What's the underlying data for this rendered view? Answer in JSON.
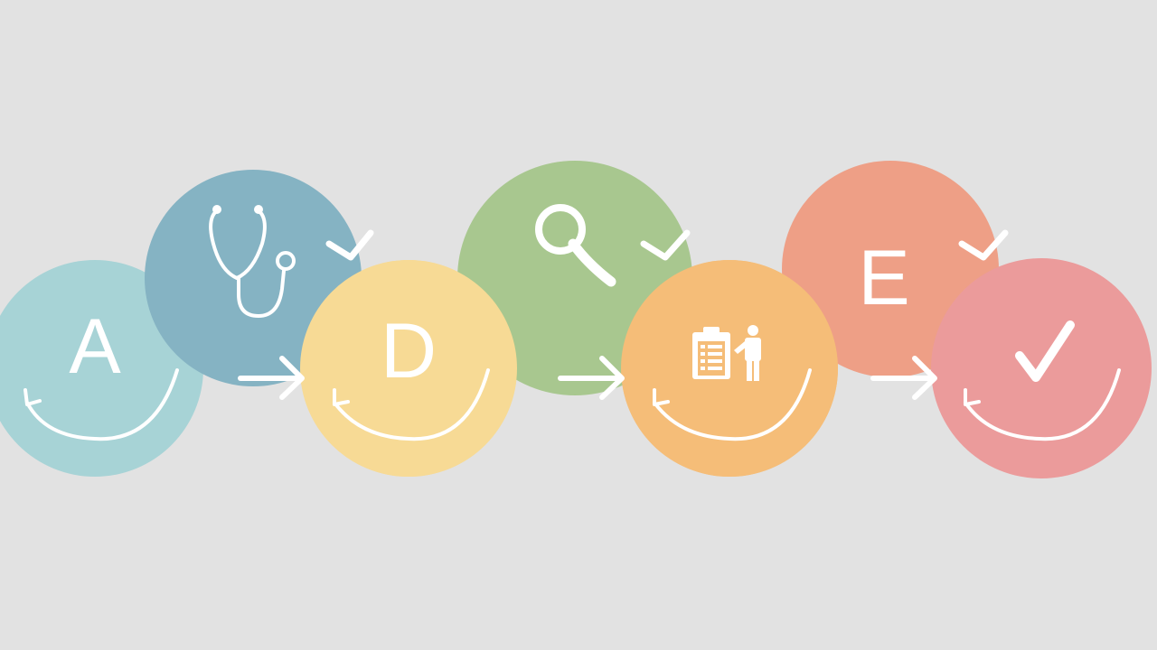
{
  "diagram": {
    "background": "#e2e2e2",
    "line_color": "#ffffff",
    "steps": [
      {
        "id": "step-a",
        "kind": "letter",
        "label": "A",
        "color": "#a7d3d6"
      },
      {
        "id": "step-b",
        "kind": "icon",
        "icon": "stethoscope-icon",
        "color": "#85b3c3"
      },
      {
        "id": "step-c",
        "kind": "letter",
        "label": "D",
        "color": "#f7da95"
      },
      {
        "id": "step-d",
        "kind": "icon",
        "icon": "magnifier-icon",
        "color": "#a8c78f"
      },
      {
        "id": "step-e",
        "kind": "icon",
        "icon": "clipboard-person-icon",
        "color": "#f5bd78"
      },
      {
        "id": "step-f",
        "kind": "letter",
        "label": "E",
        "color": "#ee9f86"
      },
      {
        "id": "step-g",
        "kind": "icon",
        "icon": "checkmark-icon",
        "color": "#eb9b9b"
      }
    ]
  }
}
